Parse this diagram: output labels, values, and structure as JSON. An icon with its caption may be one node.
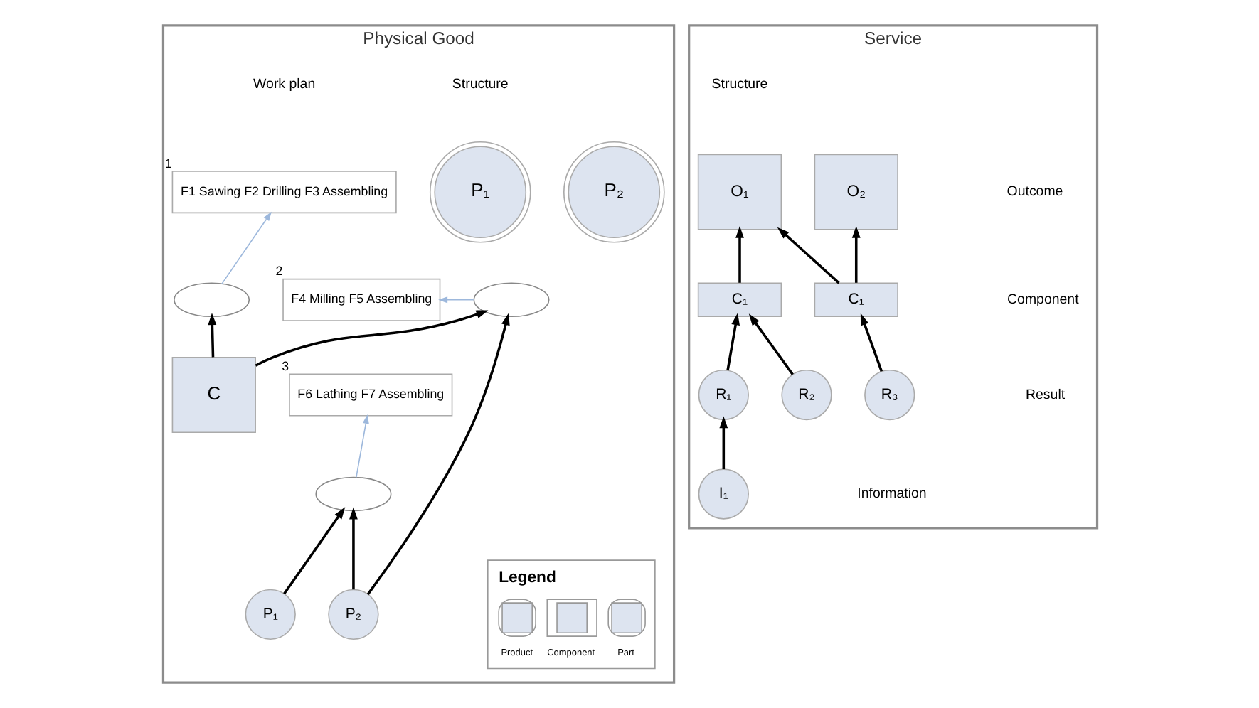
{
  "diagram": {
    "nodes": [
      {
        "text": [
          "Physical Good"
        ]
      },
      {
        "text": [
          "P₁"
        ],
        "in": 0
      },
      {
        "text": [
          "P₂"
        ],
        "in": 0
      },
      {
        "text": [],
        "shape": "ellipse",
        "in": 0
      },
      {
        "text": [],
        "shape": "ellipse",
        "in": 0
      },
      {
        "text": [
          "C"
        ],
        "in": 0
      },
      {
        "text": [],
        "shape": "ellipse",
        "in": 0
      },
      {
        "text": [
          "P₁"
        ],
        "in": 0
      },
      {
        "text": [
          "P₂"
        ],
        "in": 0
      },
      {
        "text": [
          "F1 Sawing F2 Drilling F3 Assembling"
        ],
        "beside": [
          "1"
        ],
        "in": 0
      },
      {
        "text": [
          "F4 Milling F5 Assembling"
        ],
        "beside": [
          "2"
        ],
        "in": 0
      },
      {
        "text": [
          "F6 Lathing F7 Assembling"
        ],
        "beside": [
          "3"
        ],
        "in": 0
      },
      {
        "text": [
          "Service"
        ]
      },
      {
        "text": [
          "O₁"
        ],
        "in": 12
      },
      {
        "text": [
          "O₂"
        ],
        "in": 12
      },
      {
        "text": [
          "C₁"
        ],
        "in": 12
      },
      {
        "text": [
          "C₁"
        ],
        "in": 12
      },
      {
        "text": [
          "R₁"
        ],
        "in": 12
      },
      {
        "text": [
          "R₂"
        ],
        "in": 12
      },
      {
        "text": [
          "R₃"
        ],
        "in": 12
      },
      {
        "text": [
          "I₁"
        ],
        "in": 12
      }
    ],
    "edges": [
      {
        "from": 5,
        "to": 3,
        "arrow": "to"
      },
      {
        "from": 5,
        "to": 4,
        "arrow": "to"
      },
      {
        "from": 8,
        "to": 4,
        "arrow": "to"
      },
      {
        "from": 7,
        "to": 6,
        "arrow": "to"
      },
      {
        "from": 8,
        "to": 6,
        "arrow": "to"
      },
      {
        "from": 3,
        "to": 9,
        "arrow": "to",
        "color": "#9db8dc"
      },
      {
        "from": 4,
        "to": 10,
        "arrow": "to",
        "color": "#9db8dc"
      },
      {
        "from": 6,
        "to": 11,
        "arrow": "to",
        "color": "#9db8dc"
      },
      {
        "from": 15,
        "to": 13,
        "arrow": "to"
      },
      {
        "from": 16,
        "to": 13,
        "arrow": "to"
      },
      {
        "from": 16,
        "to": 14,
        "arrow": "to"
      },
      {
        "from": 17,
        "to": 15,
        "arrow": "to"
      },
      {
        "from": 18,
        "to": 15,
        "arrow": "to"
      },
      {
        "from": 19,
        "to": 16,
        "arrow": "to"
      },
      {
        "from": 20,
        "to": 17,
        "arrow": "to"
      }
    ],
    "labels": [
      "Structure",
      "Work plan",
      "Legend",
      "Structure",
      "Outcome",
      "Component",
      "Result",
      "Information"
    ],
    "legend": [
      {
        "text": "Product"
      },
      {
        "text": "Component"
      },
      {
        "text": "Part"
      }
    ]
  }
}
